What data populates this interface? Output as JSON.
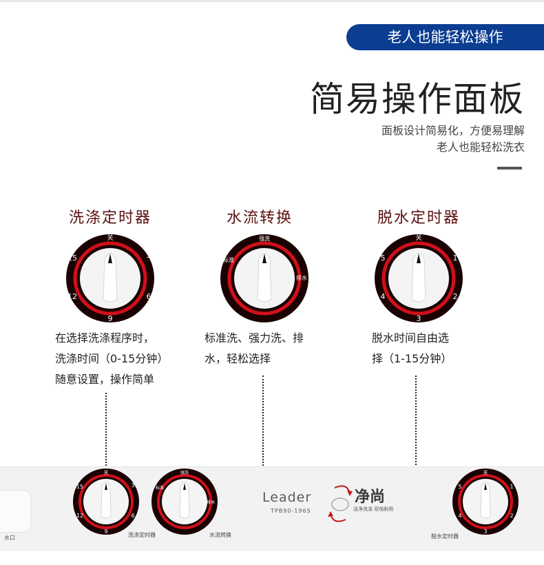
{
  "badge": "老人也能轻松操作",
  "title": "简易操作面板",
  "subtitle": [
    "面板设计简易化，方便易理解",
    "老人也能轻松洗衣"
  ],
  "knobs": [
    {
      "label": "洗涤定时器",
      "description": [
        "在选择洗涤程序时，",
        "洗涤时间（0-15分钟）",
        "随意设置，操作简单"
      ],
      "marks": [
        "关",
        "3",
        "6",
        "9",
        "12",
        "15"
      ]
    },
    {
      "label": "水流转换",
      "description": [
        "标准洗、强力洗、排",
        "水，轻松选择"
      ],
      "marks": [
        "强洗",
        "排水",
        "标准"
      ]
    },
    {
      "label": "脱水定时器",
      "description": [
        "脱水时间自由选",
        "择（1-15分钟）"
      ],
      "marks": [
        "关",
        "1",
        "2",
        "3",
        "4",
        "5"
      ]
    }
  ],
  "panel": {
    "drain_label": "水口",
    "knob_labels": [
      "洗涤定时器",
      "水流转换",
      "脱水定时器"
    ],
    "brand": "Leader",
    "model": "TPB90-196S",
    "product_name": "净尚",
    "slogan": "洁净洗涤  双倍耐用"
  },
  "colors": {
    "badge_bg": "#0b3d91",
    "ring": "#8a0a0a",
    "label": "#5c1010"
  }
}
